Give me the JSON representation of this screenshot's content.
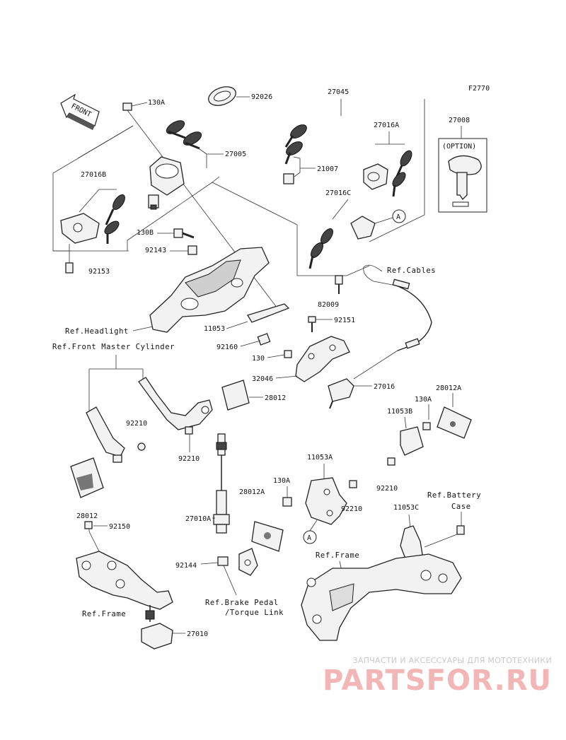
{
  "figure_code": "F2770",
  "front_label": "FRONT",
  "option_label": "(OPTION)",
  "callouts": {
    "p130A_top": "130A",
    "p92026": "92026",
    "p27045": "27045",
    "p27016A": "27016A",
    "p27008": "27008",
    "p27005": "27005",
    "p21007": "21007",
    "p27016B": "27016B",
    "p27016C": "27016C",
    "pA_circle_top": "A",
    "p130B": "130B",
    "p92143": "92143",
    "p92153": "92153",
    "p82009": "82009",
    "p92151": "92151",
    "p11053": "11053",
    "p92160": "92160",
    "p130": "130",
    "p32046": "32046",
    "p27016": "27016",
    "p28012A": "28012A",
    "p130A_mid": "130A",
    "p11053B": "11053B",
    "p28012": "28012",
    "p92210_a": "92210",
    "p92210_b": "92210",
    "p11053A": "11053A",
    "p130A_low": "130A",
    "p28012A_low": "28012A",
    "p92210_c": "92210",
    "p92210_d": "92210",
    "p27010A": "27010A",
    "pA_circle_low": "A",
    "p28012_low": "28012",
    "p92150": "92150",
    "p11053C": "11053C",
    "p92144": "92144",
    "p27010": "27010"
  },
  "refs": {
    "headlight": "Ref.Headlight",
    "front_master": "Ref.Front Master Cylinder",
    "cables": "Ref.Cables",
    "battery": "Ref.Battery",
    "battery_case": "Case",
    "frame_right": "Ref.Frame",
    "brake_pedal": "Ref.Brake Pedal",
    "torque_link": "/Torque Link",
    "frame_left": "Ref.Frame"
  },
  "watermark": {
    "tagline": "ЗАПЧАСТИ И АКСЕССУАРЫ ДЛЯ МОТОТЕХНИКИ",
    "brand": "PARTSFOR.RU"
  }
}
